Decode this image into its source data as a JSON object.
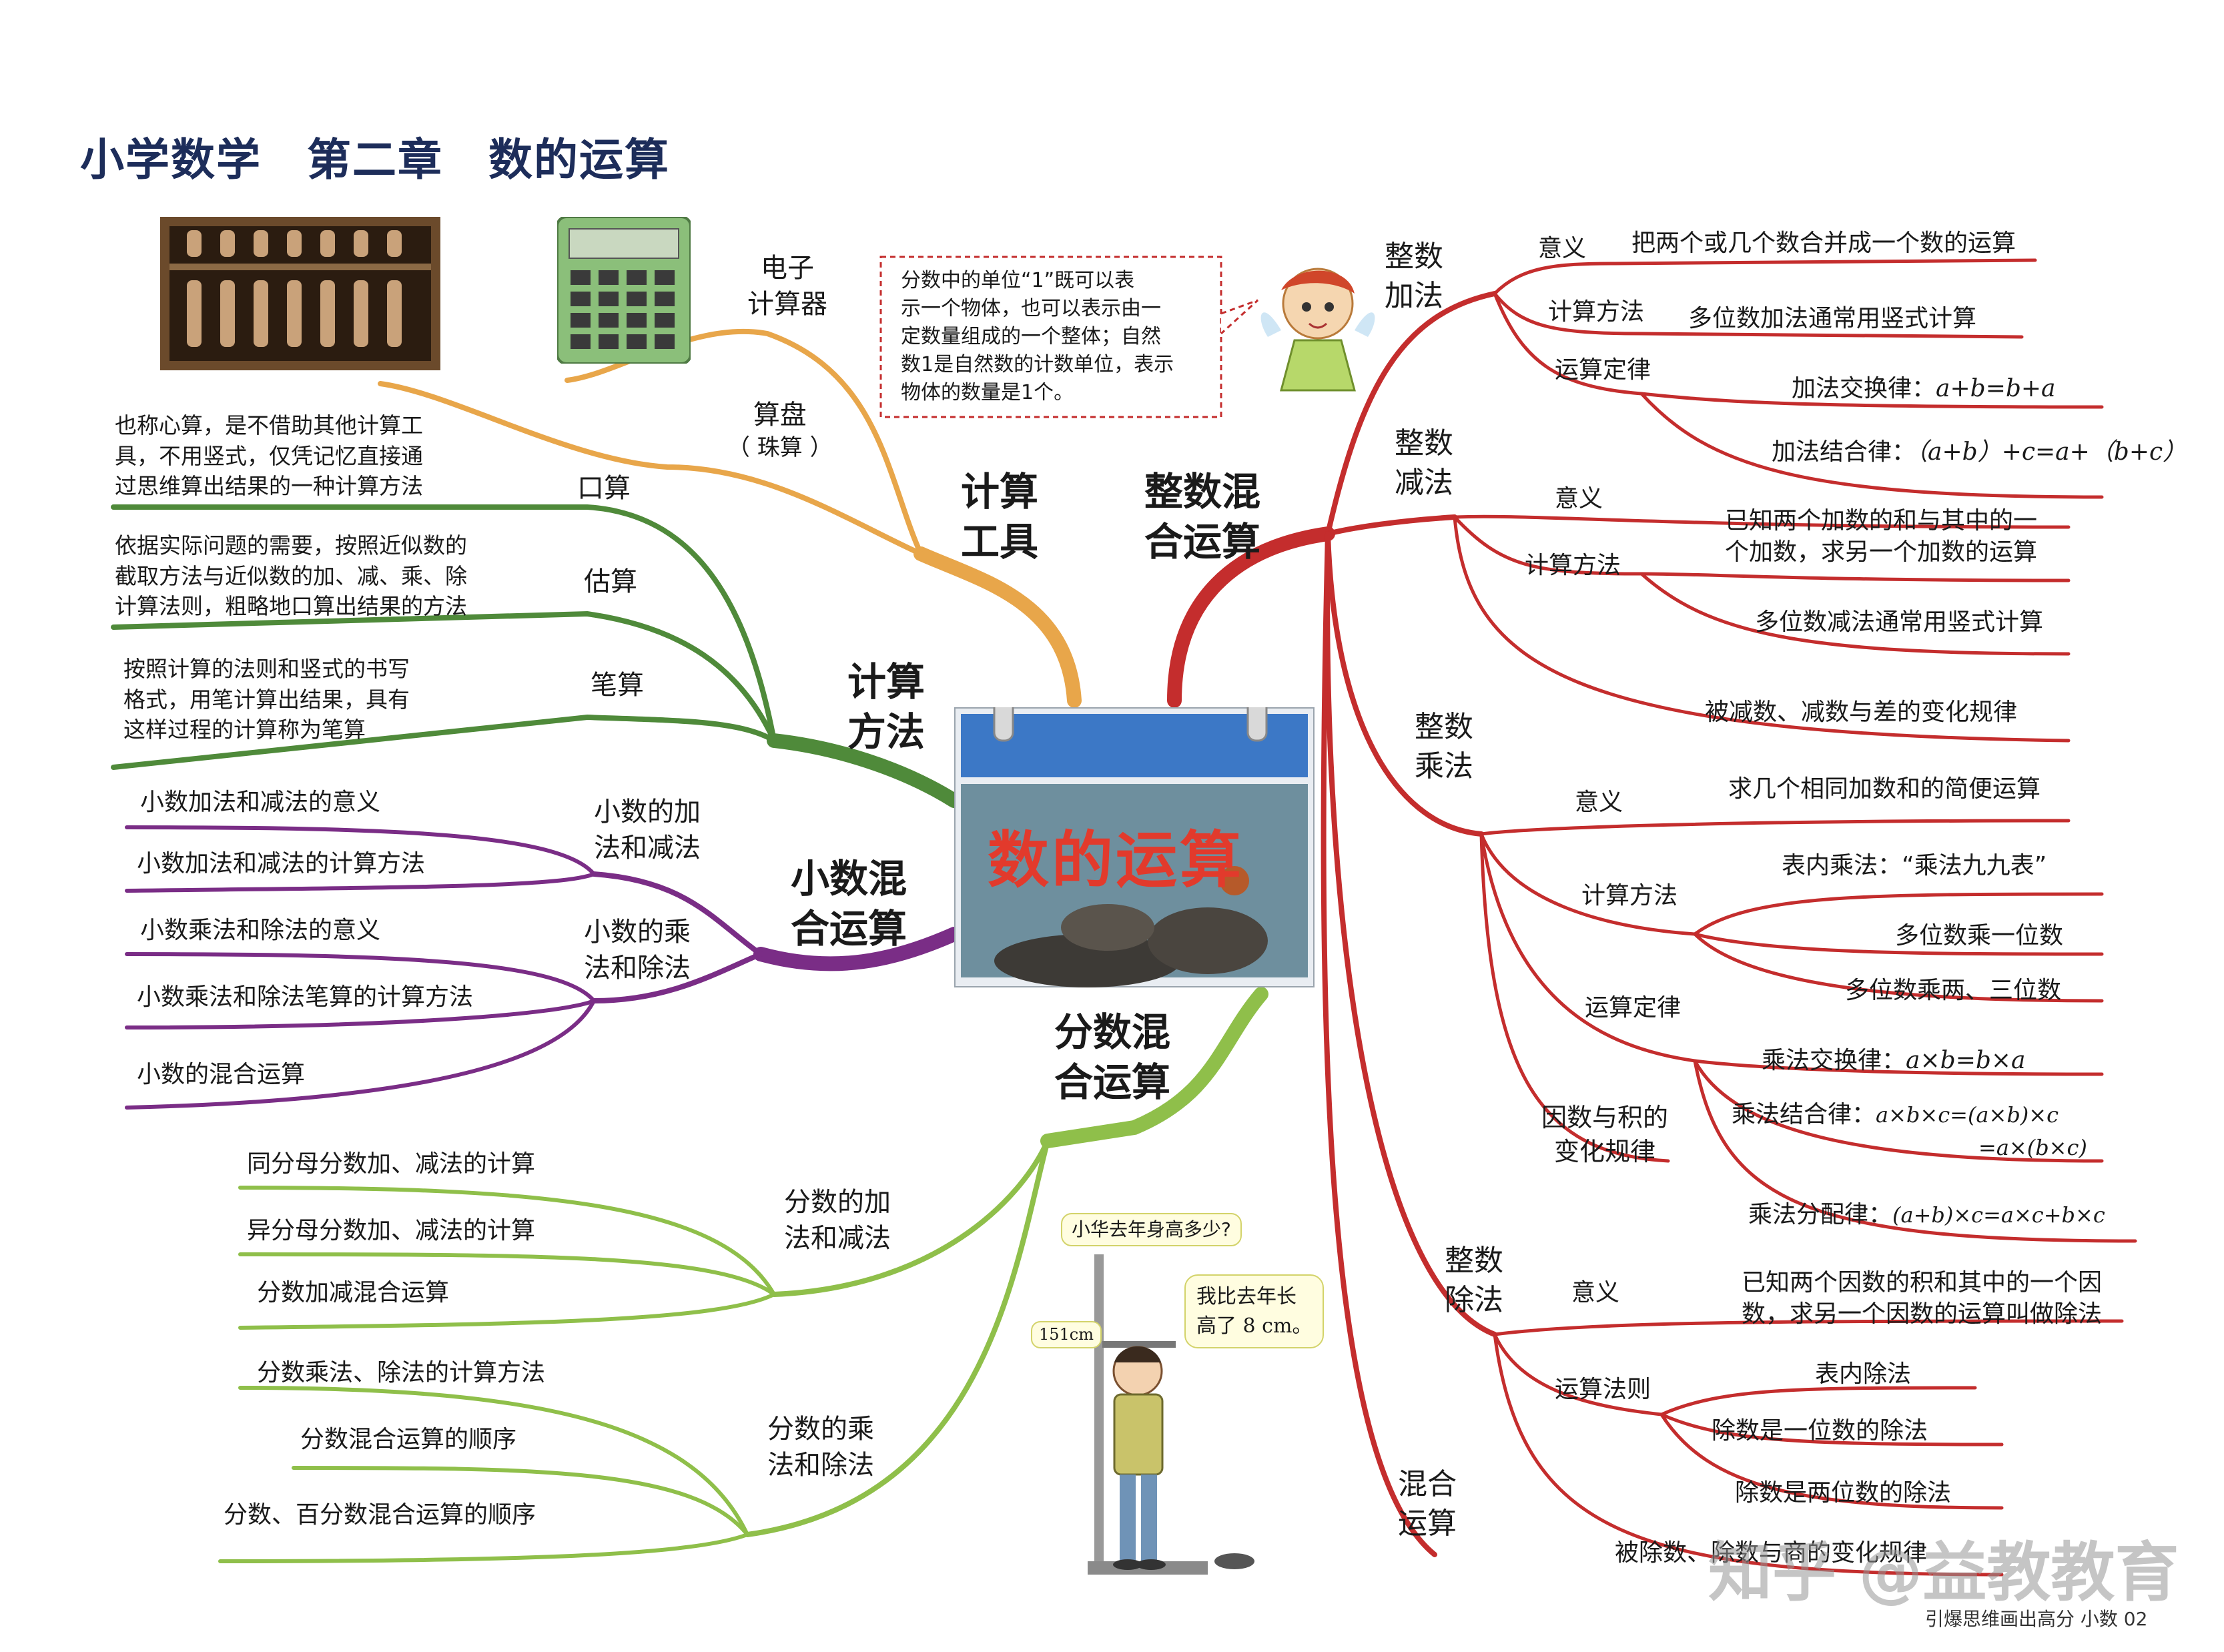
{
  "title": "小学数学　第二章　数的运算",
  "center": "数的运算",
  "note_box": [
    "分数中的单位“1”既可以表",
    "示一个物体，也可以表示由一",
    "定数量组成的一个整体；自然",
    "数1是自然数的计数单位，表示",
    "物体的数量是1个。"
  ],
  "bubble_top": "小华去年身高多少?",
  "bubble_speech": [
    "我比去年长",
    "高了 8 cm。"
  ],
  "height_label": "151cm",
  "footer": "引爆思维画出高分 小数 02",
  "watermark": "知乎 @益教教育",
  "colors": {
    "tool": "#e8a64a",
    "method": "#4f8a3a",
    "decimal": "#7a2d86",
    "fraction": "#8fbf4a",
    "integer": "#c42d2d"
  },
  "tool": {
    "label": [
      "计算",
      "工具"
    ],
    "electronic": [
      "电子",
      "计算器"
    ],
    "abacus": [
      "算盘",
      "（ 珠算 ）"
    ]
  },
  "method": {
    "label": [
      "计算",
      "方法"
    ],
    "oral": "口算",
    "oral_desc": [
      "也称心算，是不借助其他计算工",
      "具，不用竖式，仅凭记忆直接通",
      "过思维算出结果的一种计算方法"
    ],
    "estimate": "估算",
    "estimate_desc": [
      "依据实际问题的需要，按照近似数的",
      "截取方法与近似数的加、减、乘、除",
      "计算法则，粗略地口算出结果的方法"
    ],
    "written": "笔算",
    "written_desc": [
      "按照计算的法则和竖式的书写",
      "格式，用笔计算出结果，具有",
      "这样过程的计算称为笔算"
    ]
  },
  "decimal": {
    "label": [
      "小数混",
      "合运算"
    ],
    "addsub": [
      "小数的加",
      "法和减法"
    ],
    "muldiv": [
      "小数的乘",
      "法和除法"
    ],
    "items": [
      "小数加法和减法的意义",
      "小数加法和减法的计算方法",
      "小数乘法和除法的意义",
      "小数乘法和除法笔算的计算方法",
      "小数的混合运算"
    ]
  },
  "fraction": {
    "label": [
      "分数混",
      "合运算"
    ],
    "addsub": [
      "分数的加",
      "法和减法"
    ],
    "muldiv": [
      "分数的乘",
      "法和除法"
    ],
    "items": [
      "同分母分数加、减法的计算",
      "异分母分数加、减法的计算",
      "分数加减混合运算",
      "分数乘法、除法的计算方法",
      "分数混合运算的顺序",
      "分数、百分数混合运算的顺序"
    ]
  },
  "integer": {
    "label": [
      "整数混",
      "合运算"
    ],
    "add": {
      "label": [
        "整数",
        "加法"
      ],
      "meaning": "意义",
      "meaning_text": "把两个或几个数合并成一个数的运算",
      "method": "计算方法",
      "method_text": "多位数加法通常用竖式计算",
      "law": "运算定律",
      "law1_name": "加法交换律：",
      "law1_formula": "a+b=b+a",
      "law2_name": "加法结合律：",
      "law2_formula": "（a+b）+c=a+（b+c）"
    },
    "sub": {
      "label": [
        "整数",
        "减法"
      ],
      "meaning": "意义",
      "meaning_text": [
        "已知两个加数的和与其中的一",
        "个加数，求另一个加数的运算"
      ],
      "method": "计算方法",
      "method_text": "多位数减法通常用竖式计算",
      "rule_text": "被减数、减数与差的变化规律"
    },
    "mul": {
      "label": [
        "整数",
        "乘法"
      ],
      "meaning": "意义",
      "meaning_text": "求几个相同加数和的简便运算",
      "method": "计算方法",
      "m1": "表内乘法：“乘法九九表”",
      "m2": "多位数乘一位数",
      "m3": "多位数乘两、三位数",
      "law": "运算定律",
      "l1_name": "乘法交换律：",
      "l1_formula": "a×b=b×a",
      "l2_name": "乘法结合律：",
      "l2_formula": "a×b×c=(a×b)×c",
      "l2_formula2": "=a×(b×c)",
      "l3_name": "乘法分配律：",
      "l3_formula": "(a+b)×c=a×c+b×c",
      "factor": [
        "因数与积的",
        "变化规律"
      ]
    },
    "div": {
      "label": [
        "整数",
        "除法"
      ],
      "meaning": "意义",
      "meaning_text": [
        "已知两个因数的积和其中的一个因",
        "数，求另一个因数的运算叫做除法"
      ],
      "rule": "运算法则",
      "r1": "表内除法",
      "r2": "除数是一位数的除法",
      "r3": "除数是两位数的除法",
      "change": "被除数、除数与商的变化规律"
    },
    "mixed": [
      "混合",
      "运算"
    ]
  }
}
